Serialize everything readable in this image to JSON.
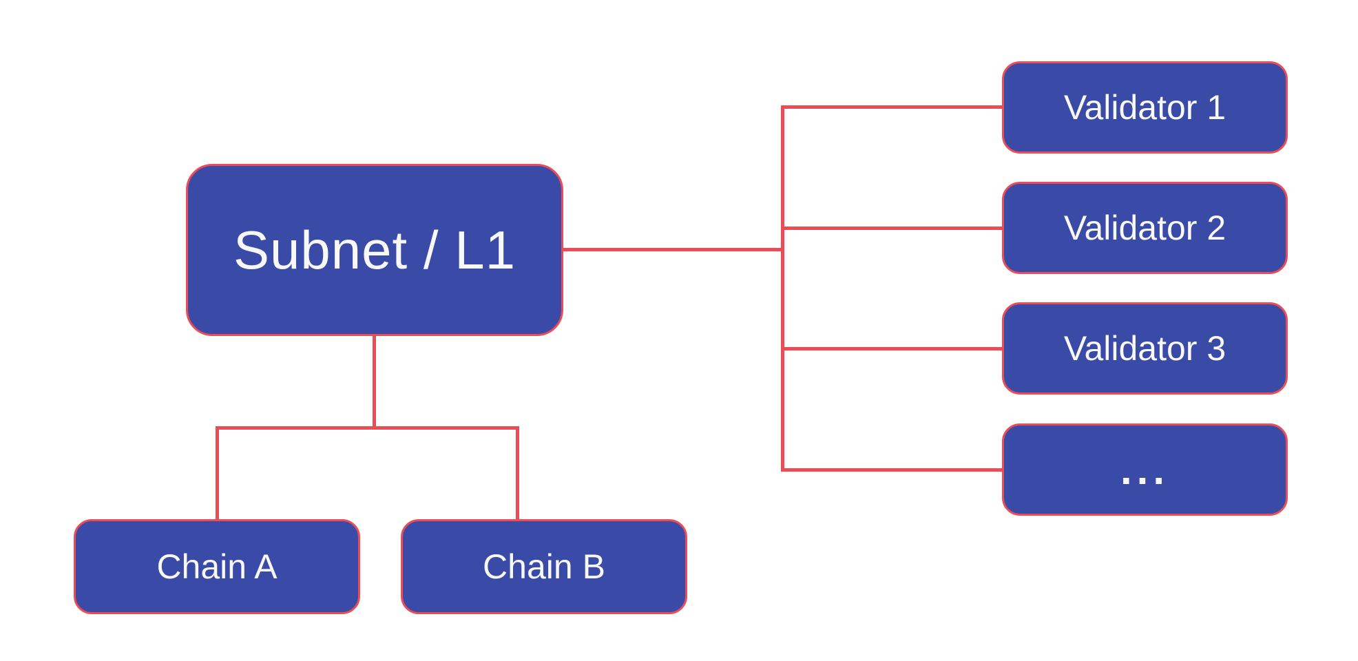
{
  "diagram": {
    "background": "#FFFFFF",
    "colors": {
      "node_fill": "#3A4BA7",
      "node_border": "#EA4D56",
      "connector": "#EA4D56",
      "label": "#F8F8F8"
    },
    "nodes": {
      "subnet": {
        "label": "Subnet / L1"
      },
      "chain_a": {
        "label": "Chain A"
      },
      "chain_b": {
        "label": "Chain B"
      },
      "validator_1": {
        "label": "Validator 1"
      },
      "validator_2": {
        "label": "Validator 2"
      },
      "validator_3": {
        "label": "Validator 3"
      },
      "validator_more": {
        "label": "..."
      }
    },
    "edges": [
      {
        "from": "subnet",
        "to": "validator_1"
      },
      {
        "from": "subnet",
        "to": "validator_2"
      },
      {
        "from": "subnet",
        "to": "validator_3"
      },
      {
        "from": "subnet",
        "to": "validator_more"
      },
      {
        "from": "subnet",
        "to": "chain_a"
      },
      {
        "from": "subnet",
        "to": "chain_b"
      }
    ]
  }
}
